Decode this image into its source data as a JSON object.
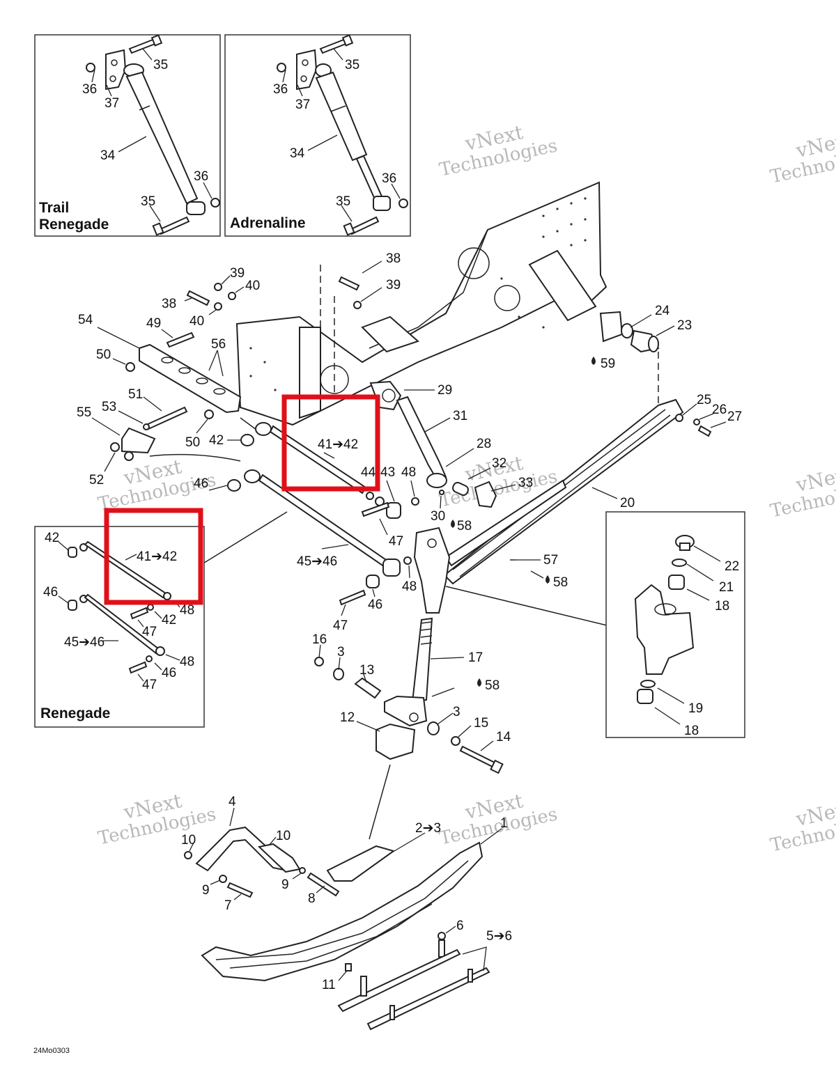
{
  "insets": {
    "trail": {
      "title_line1": "Trail",
      "title_line2": "Renegade"
    },
    "adrenaline": {
      "title": "Adrenaline"
    },
    "renegade": {
      "title": "Renegade"
    }
  },
  "watermark": {
    "line1": "vNext",
    "line2": "Technologies"
  },
  "figure_code": "24Mo0303",
  "labels": [
    {
      "id": "l35a",
      "text": "35"
    },
    {
      "id": "l36a",
      "text": "36"
    },
    {
      "id": "l37a",
      "text": "37"
    },
    {
      "id": "l34a",
      "text": "34"
    },
    {
      "id": "l36b",
      "text": "36"
    },
    {
      "id": "l35b",
      "text": "35"
    },
    {
      "id": "l35c",
      "text": "35"
    },
    {
      "id": "l36c",
      "text": "36"
    },
    {
      "id": "l37b",
      "text": "37"
    },
    {
      "id": "l34b",
      "text": "34"
    },
    {
      "id": "l36d",
      "text": "36"
    },
    {
      "id": "l35d",
      "text": "35"
    },
    {
      "id": "l38a",
      "text": "38"
    },
    {
      "id": "l39a",
      "text": "39"
    },
    {
      "id": "l39b",
      "text": "39"
    },
    {
      "id": "l40a",
      "text": "40"
    },
    {
      "id": "l38b",
      "text": "38"
    },
    {
      "id": "l40b",
      "text": "40"
    },
    {
      "id": "l54",
      "text": "54"
    },
    {
      "id": "l49",
      "text": "49"
    },
    {
      "id": "l56",
      "text": "56"
    },
    {
      "id": "l50a",
      "text": "50"
    },
    {
      "id": "l51",
      "text": "51"
    },
    {
      "id": "l53",
      "text": "53"
    },
    {
      "id": "l55",
      "text": "55"
    },
    {
      "id": "l50b",
      "text": "50"
    },
    {
      "id": "l42a",
      "text": "42"
    },
    {
      "id": "l52",
      "text": "52"
    },
    {
      "id": "l46a",
      "text": "46"
    },
    {
      "id": "l4142a",
      "text": "41➔42"
    },
    {
      "id": "l44",
      "text": "44"
    },
    {
      "id": "l43",
      "text": "43"
    },
    {
      "id": "l48a",
      "text": "48"
    },
    {
      "id": "l29",
      "text": "29"
    },
    {
      "id": "l31",
      "text": "31"
    },
    {
      "id": "l28",
      "text": "28"
    },
    {
      "id": "l32",
      "text": "32"
    },
    {
      "id": "l33",
      "text": "33"
    },
    {
      "id": "l30",
      "text": "30"
    },
    {
      "id": "l58a",
      "text": "58"
    },
    {
      "id": "l24",
      "text": "24"
    },
    {
      "id": "l23",
      "text": "23"
    },
    {
      "id": "l59",
      "text": "59"
    },
    {
      "id": "l25",
      "text": "25"
    },
    {
      "id": "l26",
      "text": "26"
    },
    {
      "id": "l27",
      "text": "27"
    },
    {
      "id": "l20",
      "text": "20"
    },
    {
      "id": "l47a",
      "text": "47"
    },
    {
      "id": "l4546a",
      "text": "45➔46"
    },
    {
      "id": "l48b",
      "text": "48"
    },
    {
      "id": "l46b",
      "text": "46"
    },
    {
      "id": "l47b",
      "text": "47"
    },
    {
      "id": "l57",
      "text": "57"
    },
    {
      "id": "l58b",
      "text": "58"
    },
    {
      "id": "l22",
      "text": "22"
    },
    {
      "id": "l21",
      "text": "21"
    },
    {
      "id": "l18a",
      "text": "18"
    },
    {
      "id": "l19",
      "text": "19"
    },
    {
      "id": "l18b",
      "text": "18"
    },
    {
      "id": "l42b",
      "text": "42"
    },
    {
      "id": "l4142b",
      "text": "41➔42"
    },
    {
      "id": "l46c",
      "text": "46"
    },
    {
      "id": "l48c",
      "text": "48"
    },
    {
      "id": "l42c",
      "text": "42"
    },
    {
      "id": "l47c",
      "text": "47"
    },
    {
      "id": "l4546b",
      "text": "45➔46"
    },
    {
      "id": "l48d",
      "text": "48"
    },
    {
      "id": "l46d",
      "text": "46"
    },
    {
      "id": "l47d",
      "text": "47"
    },
    {
      "id": "l16",
      "text": "16"
    },
    {
      "id": "l3a",
      "text": "3"
    },
    {
      "id": "l13",
      "text": "13"
    },
    {
      "id": "l17",
      "text": "17"
    },
    {
      "id": "l58c",
      "text": "58"
    },
    {
      "id": "l12",
      "text": "12"
    },
    {
      "id": "l3b",
      "text": "3"
    },
    {
      "id": "l15",
      "text": "15"
    },
    {
      "id": "l14",
      "text": "14"
    },
    {
      "id": "l4",
      "text": "4"
    },
    {
      "id": "l10a",
      "text": "10"
    },
    {
      "id": "l10b",
      "text": "10"
    },
    {
      "id": "l9a",
      "text": "9"
    },
    {
      "id": "l9b",
      "text": "9"
    },
    {
      "id": "l7",
      "text": "7"
    },
    {
      "id": "l8",
      "text": "8"
    },
    {
      "id": "l23b",
      "text": "2➔3"
    },
    {
      "id": "l1",
      "text": "1"
    },
    {
      "id": "l6",
      "text": "6"
    },
    {
      "id": "l56b",
      "text": "5➔6"
    },
    {
      "id": "l11",
      "text": "11"
    }
  ],
  "colors": {
    "line": "#222222",
    "highlight": "#e0101a",
    "watermark": "#b8b8b8"
  }
}
